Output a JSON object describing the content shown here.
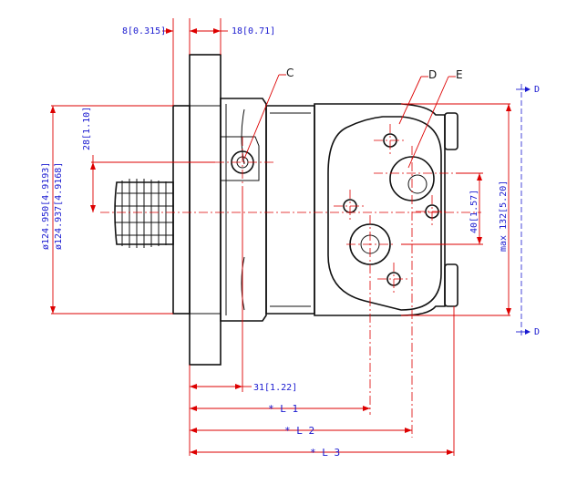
{
  "dimensions": {
    "flange_thickness": "8[0.315]",
    "flange_offset": "18[0.71]",
    "pilot_height": "28[1.10]",
    "pilot_dia_max": "ø124.950[4.9193]",
    "pilot_dia_min": "ø124.937[4.9168]",
    "port_spacing": "40[1.57]",
    "max_height": "max 132[5.20]",
    "flange_to_hole": "31[1.22]",
    "L1": "* L 1",
    "L2": "* L 2",
    "L3": "* L 3"
  },
  "callouts": {
    "C": "C",
    "D": "D",
    "E": "E",
    "D_top": "D",
    "D_bottom": "D"
  },
  "colors": {
    "part": "#111111",
    "dimension_red": "#dd0000",
    "dimension_blue": "#1a1ad0"
  }
}
